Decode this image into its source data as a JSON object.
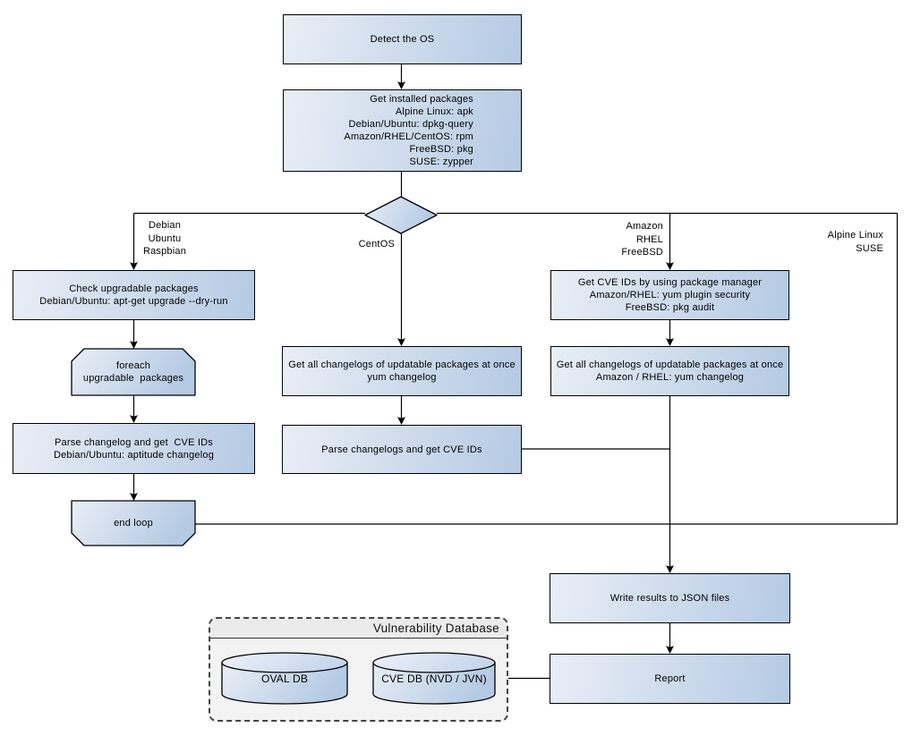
{
  "nodes": {
    "detect_os": {
      "label": "Detect the OS"
    },
    "get_installed_packages": {
      "lines": [
        "Get installed packages",
        "Alpine Linux: apk",
        "Debian/Ubuntu: dpkg-query",
        "Amazon/RHEL/CentOS: rpm",
        "FreeBSD: pkg",
        "SUSE: zypper"
      ]
    },
    "check_upgradable": {
      "lines": [
        "Check upgradable packages",
        "Debian/Ubuntu: apt-get upgrade --dry-run"
      ]
    },
    "foreach_loop": {
      "lines": [
        "foreach",
        "upgradable  packages"
      ]
    },
    "parse_changelog_debian": {
      "lines": [
        "Parse changelog and get  CVE IDs",
        "Debian/Ubuntu: aptitude changelog"
      ]
    },
    "end_loop": {
      "label": "end loop"
    },
    "get_changelogs_centos": {
      "lines": [
        "Get all changelogs of updatable packages at once",
        "yum changelog"
      ]
    },
    "parse_changelogs_centos": {
      "label": "Parse changelogs and get CVE IDs"
    },
    "get_cve_ids_pkg_manager": {
      "lines": [
        "Get CVE IDs by using package manager",
        "Amazon/RHEL: yum plugin security",
        "FreeBSD: pkg audit"
      ]
    },
    "get_changelogs_amazon": {
      "lines": [
        "Get all changelogs of updatable packages at once",
        "Amazon / RHEL: yum changelog"
      ]
    },
    "write_results": {
      "label": "Write results to JSON files"
    },
    "report": {
      "label": "Report"
    }
  },
  "edge_labels": {
    "debian_branch": [
      "Debian",
      "Ubuntu",
      "Raspbian"
    ],
    "centos_branch": "CentOS",
    "amazon_branch": [
      "Amazon",
      "RHEL",
      "FreeBSD"
    ],
    "alpine_branch": [
      "Alpine Linux",
      "SUSE"
    ]
  },
  "database": {
    "title": "Vulnerability Database",
    "cylinders": [
      {
        "label": "OVAL DB"
      },
      {
        "label": "CVE DB (NVD / JVN)"
      }
    ]
  },
  "colors": {
    "node_gradient_start": "#e9eef6",
    "node_gradient_end": "#b4cae4",
    "outline": "#000000",
    "db_panel_fill": "#f3f3f3",
    "db_title_fill": "#ebebeb"
  }
}
